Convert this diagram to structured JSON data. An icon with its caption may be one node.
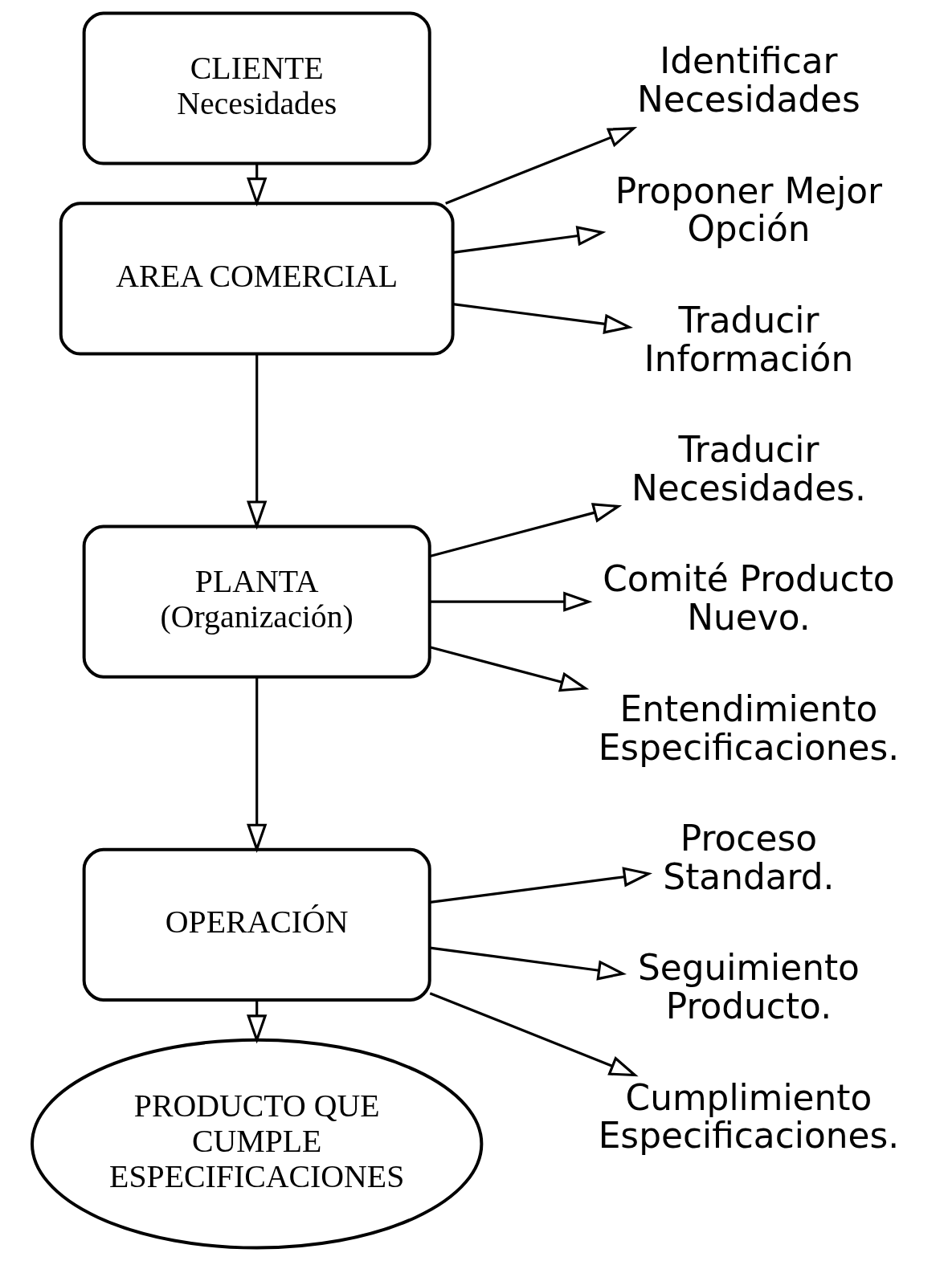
{
  "diagram": {
    "nodes": [
      {
        "text": [
          "CLIENTE Necesidades"
        ]
      },
      {
        "text": [
          "AREA COMERCIAL"
        ]
      },
      {
        "text": [
          "PLANTA (Organización)"
        ]
      },
      {
        "text": [
          "OPERACIÓN"
        ]
      },
      {
        "text": [
          "PRODUCTO QUE CUMPLE ESPECIFICACIONES"
        ]
      },
      {
        "text": [
          "Identificar Necesidades"
        ]
      },
      {
        "text": [
          "Proponer Mejor Opción"
        ]
      },
      {
        "text": [
          "Traducir Información"
        ]
      },
      {
        "text": [
          "Traducir Necesidades."
        ]
      },
      {
        "text": [
          "Comité Producto Nuevo."
        ]
      },
      {
        "text": [
          "Entendimiento Especificaciones."
        ]
      },
      {
        "text": [
          "Proceso Standard."
        ]
      },
      {
        "text": [
          "Seguimiento Producto."
        ]
      },
      {
        "text": [
          "Cumplimiento Especificaciones."
        ]
      }
    ],
    "edges": [
      {
        "from": 0,
        "to": 1,
        "arrow": "to"
      },
      {
        "from": 1,
        "to": 2,
        "arrow": "to"
      },
      {
        "from": 2,
        "to": 3,
        "arrow": "to"
      },
      {
        "from": 3,
        "to": 4,
        "arrow": "to"
      },
      {
        "from": 1,
        "to": 5,
        "arrow": "to"
      },
      {
        "from": 1,
        "to": 6,
        "arrow": "to"
      },
      {
        "from": 1,
        "to": 7,
        "arrow": "to"
      },
      {
        "from": 2,
        "to": 8,
        "arrow": "to"
      },
      {
        "from": 2,
        "to": 9,
        "arrow": "to"
      },
      {
        "from": 2,
        "to": 10,
        "arrow": "to"
      },
      {
        "from": 3,
        "to": 11,
        "arrow": "to"
      },
      {
        "from": 3,
        "to": 12,
        "arrow": "to"
      },
      {
        "from": 3,
        "to": 13,
        "arrow": "to"
      }
    ]
  }
}
